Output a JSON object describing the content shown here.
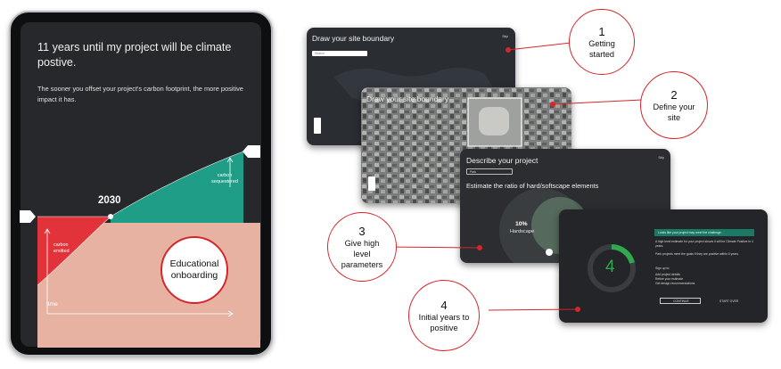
{
  "tablet": {
    "title": "11 years until my project will be climate postive.",
    "subtitle": "The sooner you offset your project's carbon footprint, the more positive impact it has.",
    "chart": {
      "year": "2030",
      "sequestered_label": "carbon sequestered",
      "emitted_label": "carbon emitted",
      "time_label": "time"
    },
    "onboarding_callout": "Educational onboarding"
  },
  "cards": {
    "boundary": {
      "title": "Draw your site boundary",
      "search_placeholder": "Search",
      "corner_link": "Skip"
    },
    "define": {
      "title": "Draw your site boundary"
    },
    "describe": {
      "title": "Describe your project",
      "select_value": "Park",
      "question": "Estimate the ratio of hard/softscape elements",
      "percent": "10%",
      "percent_label": "Hardscape",
      "corner_link": "Skip"
    },
    "result": {
      "banner": "Looks like your project may meet the challenge.",
      "big_number": "4",
      "line1": "A high level estimate for your project shows it will be Climate Positive in 4 years.",
      "line2": "Park projects meet the goals if they are positive within 5 years.",
      "signup": "Sign up to:",
      "bullets": [
        "Add project details",
        "Refine your estimate",
        "Get design recommendations"
      ],
      "continue": "CONTINUE",
      "start_over": "START OVER"
    }
  },
  "callouts": [
    {
      "num": "1",
      "text": "Getting started"
    },
    {
      "num": "2",
      "text": "Define your site"
    },
    {
      "num": "3",
      "text": "Give high level parameters"
    },
    {
      "num": "4",
      "text": "Initial years to positive"
    }
  ],
  "colors": {
    "accent_red": "#d4262b",
    "teal": "#1f9d86",
    "salmon": "#e8b4a6",
    "emitted_red": "#e2333a",
    "ring_green": "#2fa84f",
    "dark_bg": "#26282b"
  }
}
